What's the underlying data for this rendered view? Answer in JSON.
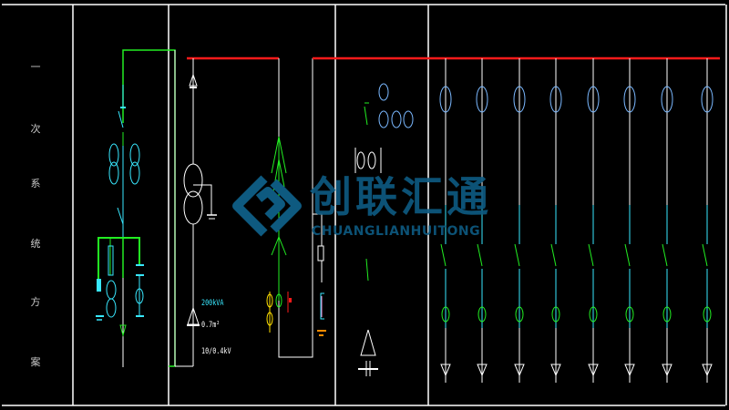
{
  "diagram": {
    "type": "electrical-single-line-diagram",
    "colors": {
      "background": "#000000",
      "frame": "#ffffff",
      "busbar": "#ff1a1a",
      "incoming_feed": "#22ee22",
      "secondary_wiring": "#38e8ff",
      "meter": "#7ab8ff",
      "switch": "#22ee22",
      "watermark": "#0e5a80"
    },
    "left_column_labels": [
      "一",
      "次",
      "系",
      "统",
      "方",
      "案"
    ],
    "transformer": {
      "rating": "200kVA",
      "spec": "0.7m²",
      "voltage": "10/0.4kV"
    },
    "feeder_count": 8,
    "watermark": {
      "chinese": "创联汇通",
      "pinyin": "CHUANGLIANHUITONG"
    }
  }
}
